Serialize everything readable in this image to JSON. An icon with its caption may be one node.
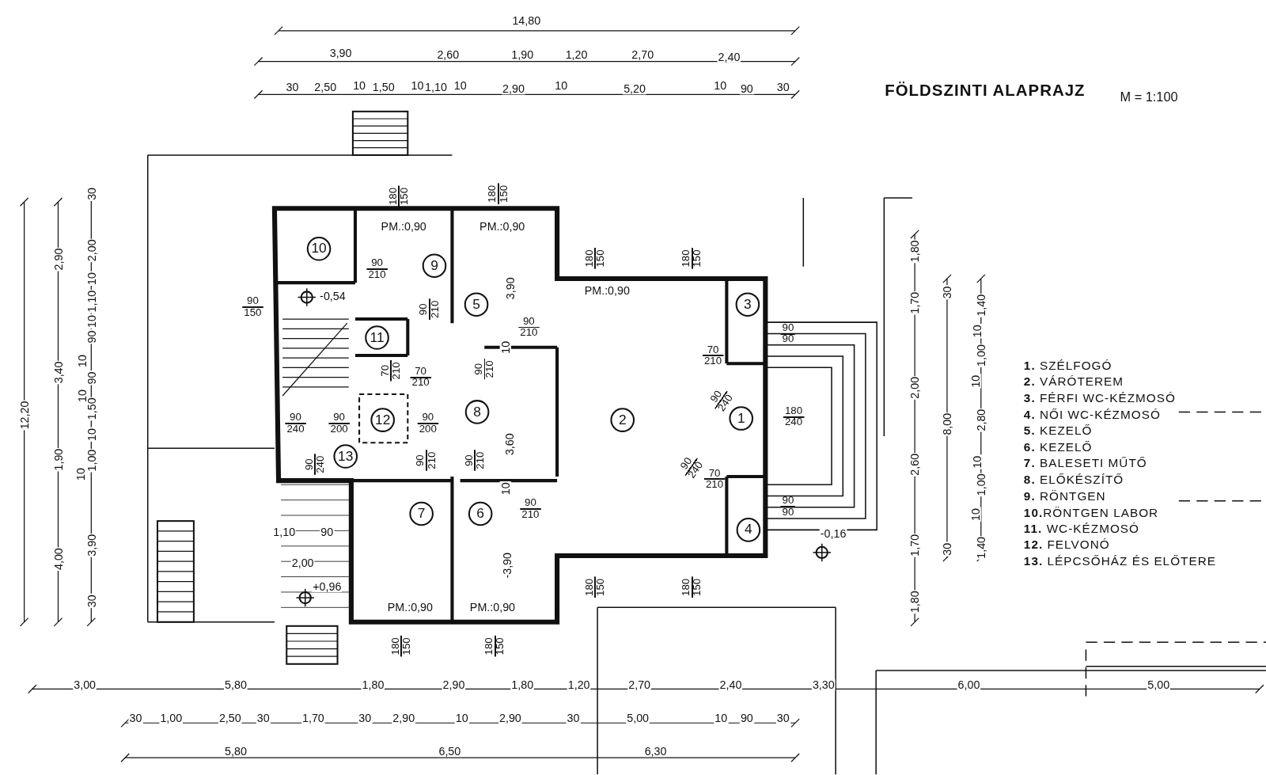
{
  "diagram": {
    "title": "FÖLDSZINTI ALAPRAJZ",
    "nodes": [
      {
        "text": [
          "10"
        ]
      },
      {
        "text": [
          "9"
        ]
      },
      {
        "text": [
          "5"
        ]
      },
      {
        "text": [
          "3"
        ]
      },
      {
        "text": [
          "11"
        ]
      },
      {
        "text": [
          "12"
        ]
      },
      {
        "text": [
          "8"
        ]
      },
      {
        "text": [
          "2"
        ]
      },
      {
        "text": [
          "1"
        ]
      },
      {
        "text": [
          "13"
        ]
      },
      {
        "text": [
          "7"
        ]
      },
      {
        "text": [
          "6"
        ]
      },
      {
        "text": [
          "4"
        ]
      }
    ],
    "labels": [
      "14,80",
      "3,90",
      "2,60",
      "1,90",
      "1,20",
      "2,70",
      "2,40",
      "30",
      "2,50",
      "10",
      "1,50",
      "10",
      "1,10",
      "10",
      "2,90",
      "10",
      "5,20",
      "10",
      "90",
      "30",
      "M = 1:100",
      "12,20",
      "2,90",
      "3,40",
      "1,90",
      "4,00",
      "30",
      "2,00",
      "10",
      "1,10",
      "10",
      "90",
      "10",
      "90",
      "10",
      "1,50",
      "10",
      "1,00",
      "10",
      "3,90",
      "30",
      "180 150",
      "180 150",
      "PM.:0,90",
      "PM.:0,90",
      "90 210",
      "180 150",
      "180 150",
      "90 150",
      "-0,54",
      "90 210",
      "3,90",
      "PM.:0,90",
      "90 210",
      "90 90",
      "70 210",
      "70 210",
      "90 210",
      "10",
      "70 210",
      "90 240",
      "90 200",
      "90 200",
      "90 240",
      "180 240",
      "90 240",
      "90 210",
      "90 210",
      "3,60",
      "90 240",
      "70 210",
      "10",
      "90 210",
      "90 90",
      "1,10",
      "90",
      "-0,16",
      "2,00",
      "-3,90",
      "+0,96",
      "180 150",
      "180 150",
      "PM.:0,90",
      "PM.:0,90",
      "180 150",
      "180 150",
      "1,80",
      "1,70",
      "2,00",
      "2,60",
      "1,70",
      "1,80",
      "30",
      "8,00",
      "30",
      "1,40",
      "10",
      "1,00",
      "10",
      "2,80",
      "10",
      "1,00",
      "10",
      "1,40",
      "**1.** SZÉLFOGÓ",
      "**2.** VÁRÓTEREM",
      "**3.** FÉRFI WC-KÉZMOSÓ",
      "**4.** NŐI WC-KÉZMOSÓ",
      "**5.** KEZELŐ",
      "**6.** KEZELŐ",
      "**7.** BALESETI MŰTŐ",
      "**8.** ELŐKÉSZÍTŐ",
      "**9.** RÖNTGEN",
      "**10.**RÖNTGEN LABOR",
      "**11.** WC-KÉZMOSÓ",
      "**12.** FELVONÓ",
      "**13.** LÉPCSŐHÁZ ÉS ELŐTERE",
      "3,00",
      "5,80",
      "1,80",
      "2,90",
      "1,80",
      "1,20",
      "2,70",
      "2,40",
      "3,30",
      "6,00",
      "5,00",
      "30",
      "1,00",
      "2,50",
      "30",
      "1,70",
      "30",
      "2,90",
      "10",
      "2,90",
      "30",
      "5,00",
      "10",
      "90",
      "30",
      "5,80",
      "6,50",
      "6,30"
    ]
  }
}
